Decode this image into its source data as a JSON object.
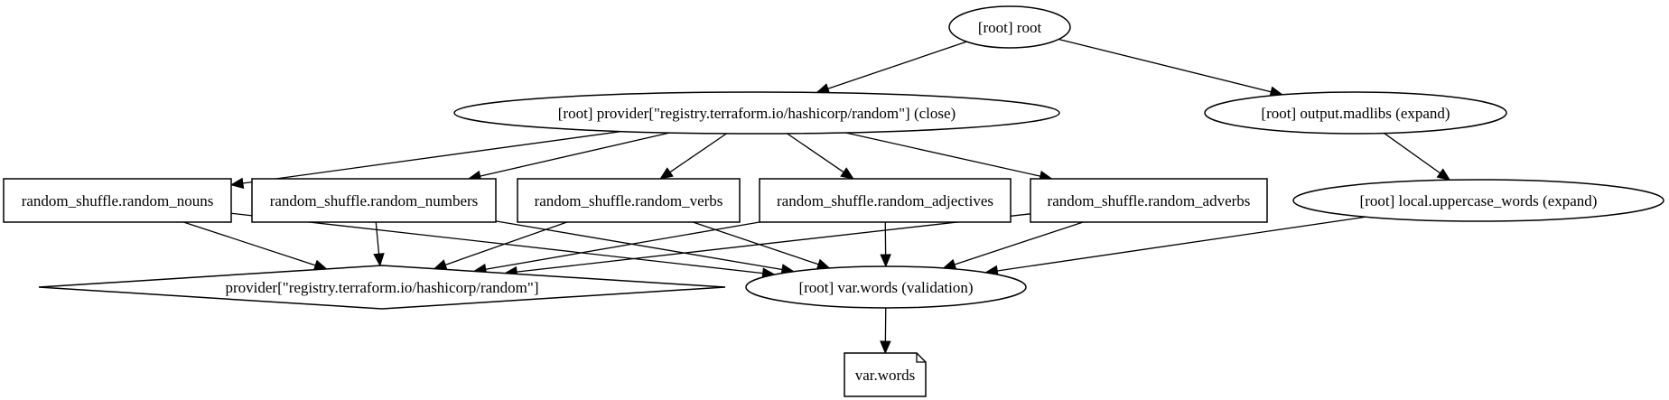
{
  "graph": {
    "nodes": [
      {
        "id": "root",
        "label": "[root] root",
        "shape": "ellipse"
      },
      {
        "id": "provider_close",
        "label": "[root] provider[\"registry.terraform.io/hashicorp/random\"] (close)",
        "shape": "ellipse"
      },
      {
        "id": "output_madlibs",
        "label": "[root] output.madlibs (expand)",
        "shape": "ellipse"
      },
      {
        "id": "rs_nouns",
        "label": "random_shuffle.random_nouns",
        "shape": "box"
      },
      {
        "id": "rs_numbers",
        "label": "random_shuffle.random_numbers",
        "shape": "box"
      },
      {
        "id": "rs_verbs",
        "label": "random_shuffle.random_verbs",
        "shape": "box"
      },
      {
        "id": "rs_adjectives",
        "label": "random_shuffle.random_adjectives",
        "shape": "box"
      },
      {
        "id": "rs_adverbs",
        "label": "random_shuffle.random_adverbs",
        "shape": "box"
      },
      {
        "id": "local_upper",
        "label": "[root] local.uppercase_words (expand)",
        "shape": "ellipse"
      },
      {
        "id": "provider",
        "label": "provider[\"registry.terraform.io/hashicorp/random\"]",
        "shape": "diamond"
      },
      {
        "id": "var_validation",
        "label": "[root] var.words (validation)",
        "shape": "ellipse"
      },
      {
        "id": "var_words",
        "label": "var.words",
        "shape": "note"
      }
    ],
    "edges": [
      {
        "from": "root",
        "to": "provider_close"
      },
      {
        "from": "root",
        "to": "output_madlibs"
      },
      {
        "from": "provider_close",
        "to": "rs_nouns"
      },
      {
        "from": "provider_close",
        "to": "rs_numbers"
      },
      {
        "from": "provider_close",
        "to": "rs_verbs"
      },
      {
        "from": "provider_close",
        "to": "rs_adjectives"
      },
      {
        "from": "provider_close",
        "to": "rs_adverbs"
      },
      {
        "from": "output_madlibs",
        "to": "local_upper"
      },
      {
        "from": "rs_nouns",
        "to": "provider"
      },
      {
        "from": "rs_nouns",
        "to": "var_validation"
      },
      {
        "from": "rs_numbers",
        "to": "provider"
      },
      {
        "from": "rs_numbers",
        "to": "var_validation"
      },
      {
        "from": "rs_verbs",
        "to": "provider"
      },
      {
        "from": "rs_verbs",
        "to": "var_validation"
      },
      {
        "from": "rs_adjectives",
        "to": "provider"
      },
      {
        "from": "rs_adjectives",
        "to": "var_validation"
      },
      {
        "from": "rs_adverbs",
        "to": "provider"
      },
      {
        "from": "rs_adverbs",
        "to": "var_validation"
      },
      {
        "from": "local_upper",
        "to": "var_validation"
      },
      {
        "from": "var_validation",
        "to": "var_words"
      }
    ]
  }
}
